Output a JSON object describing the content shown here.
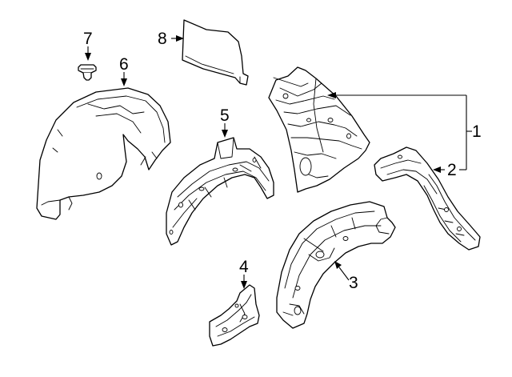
{
  "diagram": {
    "background": "#ffffff",
    "line_color": "#000000",
    "callouts": [
      {
        "id": "1",
        "label": "1"
      },
      {
        "id": "2",
        "label": "2"
      },
      {
        "id": "3",
        "label": "3"
      },
      {
        "id": "4",
        "label": "4"
      },
      {
        "id": "5",
        "label": "5"
      },
      {
        "id": "6",
        "label": "6"
      },
      {
        "id": "7",
        "label": "7"
      },
      {
        "id": "8",
        "label": "8"
      }
    ]
  }
}
